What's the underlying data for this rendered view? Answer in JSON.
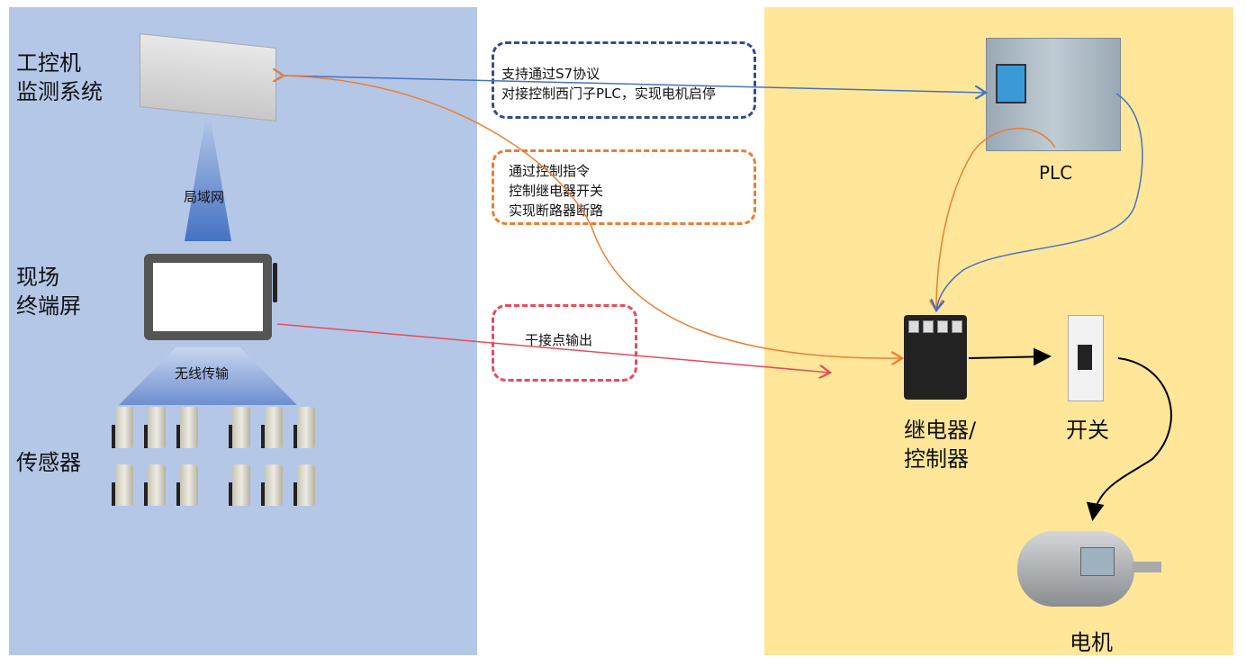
{
  "left": {
    "ipc_label": "工控机\n监测系统",
    "ipc_label_1": "工控机",
    "ipc_label_2": "监测系统",
    "lan_label": "局域网",
    "terminal_label_1": "现场",
    "terminal_label_2": "终端屏",
    "wireless_label": "无线传输",
    "sensor_label": "传感器"
  },
  "middle": {
    "box1_line1": "支持通过S7协议",
    "box1_line2": "对接控制西门子PLC，实现电机启停",
    "box2_line1": "通过控制指令",
    "box2_line2": "控制继电器开关",
    "box2_line3": "实现断路器断路",
    "box3_line1": "干接点输出"
  },
  "right": {
    "plc_label": "PLC",
    "relay_label_1": "继电器/",
    "relay_label_2": "控制器",
    "switch_label": "开关",
    "motor_label": "电机"
  },
  "colors": {
    "left_panel": "#b4c7e7",
    "right_panel": "#ffe699",
    "blue": "#4472c4",
    "orange": "#ed7d31",
    "red": "#e84b5a",
    "navy": "#2f4f8f"
  }
}
